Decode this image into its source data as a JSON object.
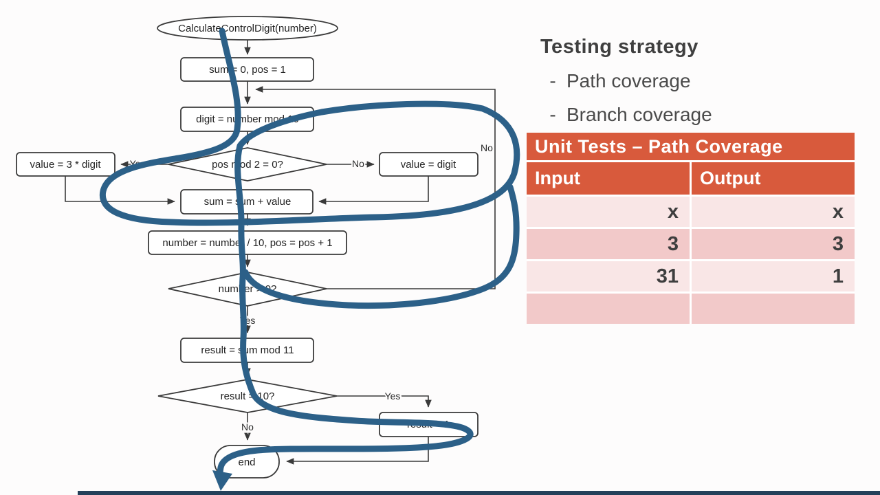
{
  "flowchart": {
    "start": "CalculateControlDigit(number)",
    "init": "sum = 0, pos  = 1",
    "digit": "digit = number mod 10",
    "pos_check": "pos mod 2 = 0?",
    "value_yes": "value = 3 * digit",
    "value_no": "value = digit",
    "sum": "sum = sum + value",
    "advance": "number = number / 10, pos = pos + 1",
    "loop_check": "number > 0?",
    "result": "result = sum mod 11",
    "result_check": "result = 10?",
    "result_fix": "result = 1",
    "end": "end",
    "label_yes": "Yes",
    "label_no": "No"
  },
  "panel": {
    "heading": "Testing strategy",
    "dash": "-",
    "bullets": [
      "Path coverage",
      "Branch coverage"
    ]
  },
  "table": {
    "title": "Unit Tests – Path Coverage",
    "columns": [
      "Input",
      "Output"
    ],
    "rows": [
      [
        "x",
        "x"
      ],
      [
        "3",
        "3"
      ],
      [
        "31",
        "1"
      ],
      [
        "",
        ""
      ]
    ]
  },
  "colors": {
    "accent_orange": "#d85a3c",
    "row_light_pink": "#f9e6e6",
    "row_dark_pink": "#f2c9c9",
    "trace_blue": "#2c6088",
    "flowchart_stroke": "#3a3a3a",
    "progress_bar": "#24405a"
  }
}
